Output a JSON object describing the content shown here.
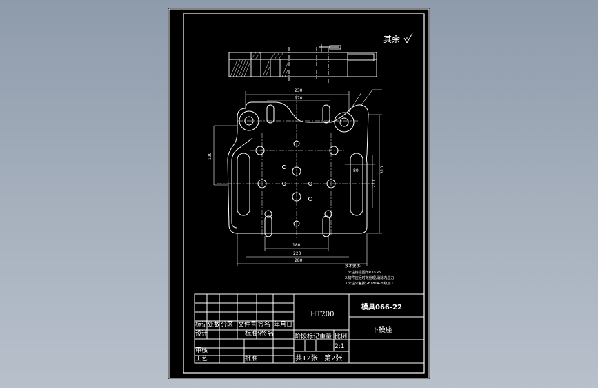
{
  "drawing": {
    "roughness_note": "其余",
    "material": "HT200",
    "drawing_number": "模具066-22",
    "part_name": "下模座",
    "scale": "2:1",
    "sheets": "共12张",
    "sheet_no": "第2张",
    "title_block": {
      "row_header": [
        "标记",
        "处数",
        "分区",
        "文件号",
        "签名",
        "年月日"
      ],
      "design": "设计",
      "standardize": "标准化",
      "sign": "签名",
      "review": "审核",
      "process": "工艺",
      "approve": "批准",
      "stage_mark": "阶段标记",
      "weight": "重量",
      "ratio": "比例"
    },
    "tech_requirements": {
      "title": "技术要求:",
      "items": [
        "1.未注铸造圆角R3~R5",
        "2.铸件应经时效处理,消除内应力",
        "3.未注公差按GB1804-m级加工"
      ]
    },
    "dimensions": {
      "top_width": "230",
      "inner_top": "170",
      "bottom_inner": "180",
      "bottom_mid": "220",
      "bottom_total": "280",
      "right_height": "310",
      "left_height": "190",
      "mid_right": "80",
      "mid_height": "270"
    }
  },
  "colors": {
    "background": "#000000",
    "line": "#ffffff",
    "page_bg": "#9aa6b4"
  }
}
